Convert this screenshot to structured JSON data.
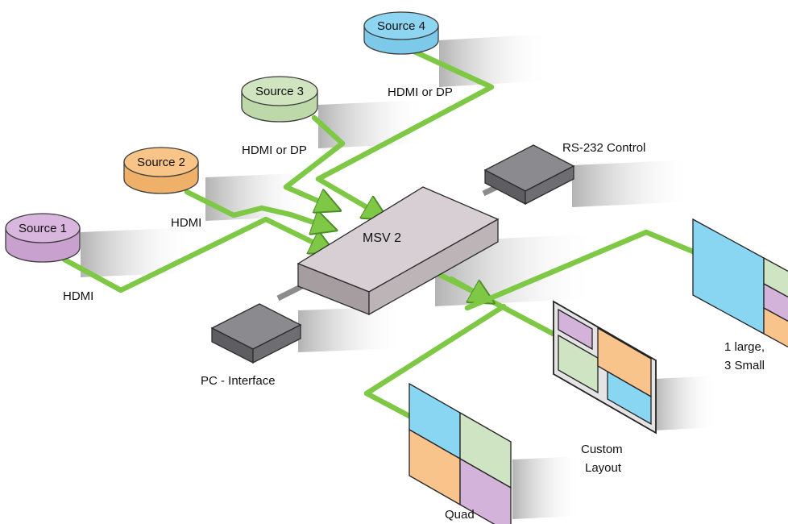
{
  "colors": {
    "cable": "#7ec846",
    "source1": "#d9b6de",
    "source2": "#f9c487",
    "source3": "#cfe4bf",
    "source4": "#8ed5f2",
    "device": "#7d7d82",
    "msv": "#d7cfd3",
    "panel_blue": "#89d6f3",
    "panel_orange": "#f9c48c",
    "panel_green": "#cfe4c2",
    "panel_purple": "#d3b3da"
  },
  "sources": [
    {
      "label": "Source 1",
      "cable_label": "HDMI",
      "color_key": "source1"
    },
    {
      "label": "Source 2",
      "cable_label": "HDMI",
      "color_key": "source2"
    },
    {
      "label": "Source 3",
      "cable_label": "HDMI or DP",
      "color_key": "source3"
    },
    {
      "label": "Source 4",
      "cable_label": "HDMI or DP",
      "color_key": "source4"
    }
  ],
  "devices": {
    "switcher": "MSV 2",
    "control": "RS-232 Control",
    "pc": "PC - Interface"
  },
  "layouts": {
    "quad": "Quad",
    "custom_line1": "Custom",
    "custom_line2": "Layout",
    "large_line1": "1 large,",
    "large_line2": "3 Small"
  }
}
